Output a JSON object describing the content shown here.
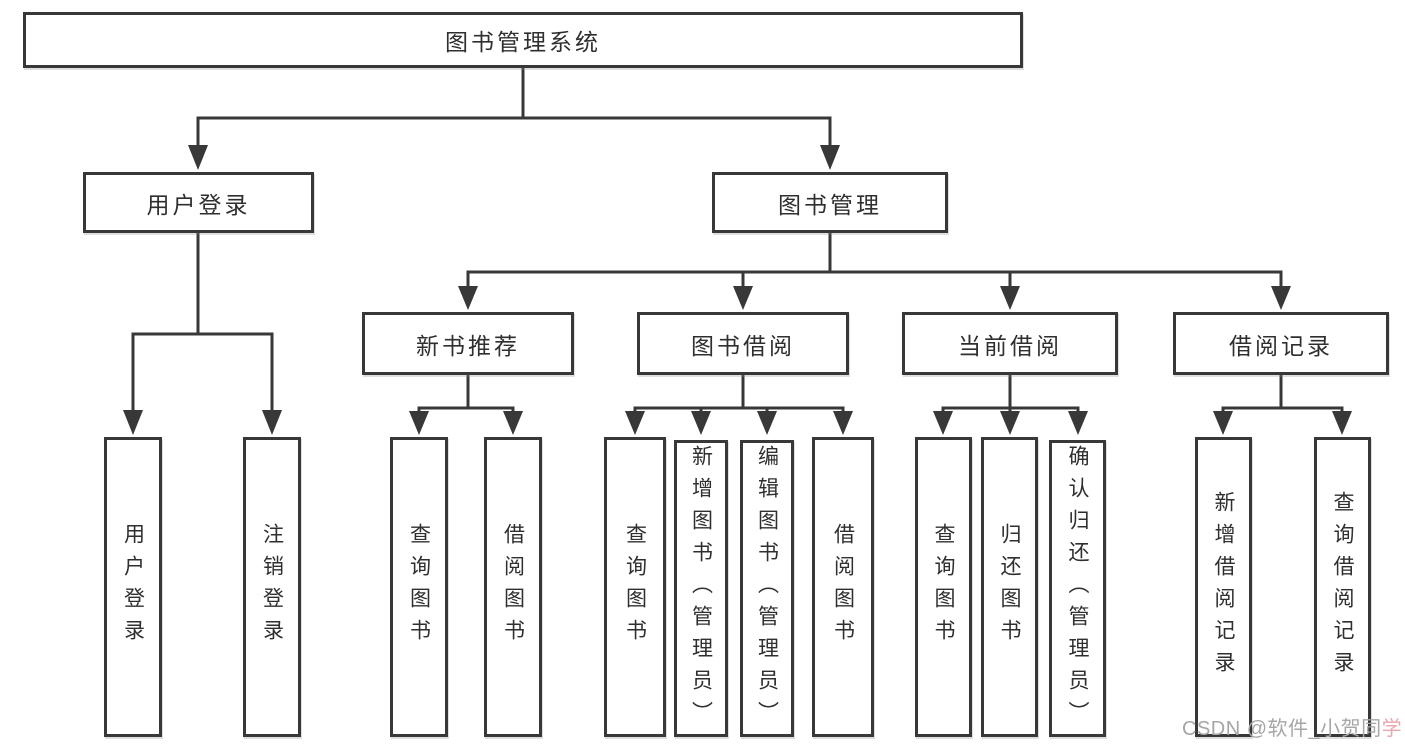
{
  "tree": {
    "label": "图书管理系统",
    "children": [
      {
        "label": "用户登录",
        "children": [
          {
            "label": "用户登录"
          },
          {
            "label": "注销登录"
          }
        ]
      },
      {
        "label": "图书管理",
        "children": [
          {
            "label": "新书推荐",
            "children": [
              {
                "label": "查询图书"
              },
              {
                "label": "借阅图书"
              }
            ]
          },
          {
            "label": "图书借阅",
            "children": [
              {
                "label": "查询图书"
              },
              {
                "label": "新增图书（管理员）"
              },
              {
                "label": "编辑图书（管理员）"
              },
              {
                "label": "借阅图书"
              }
            ]
          },
          {
            "label": "当前借阅",
            "children": [
              {
                "label": "查询图书"
              },
              {
                "label": "归还图书"
              },
              {
                "label": "确认归还（管理员）"
              }
            ]
          },
          {
            "label": "借阅记录",
            "children": [
              {
                "label": "新增借阅记录"
              },
              {
                "label": "查询借阅记录"
              }
            ]
          }
        ]
      }
    ]
  },
  "watermark": {
    "prefix": "CSDN @软件_小贺同",
    "accent": "学"
  },
  "colors": {
    "line": "#383838",
    "text": "#2f2f2f",
    "background": "#ffffff",
    "watermark": "#a6a6a6",
    "watermark_accent": "#eba6ae"
  }
}
